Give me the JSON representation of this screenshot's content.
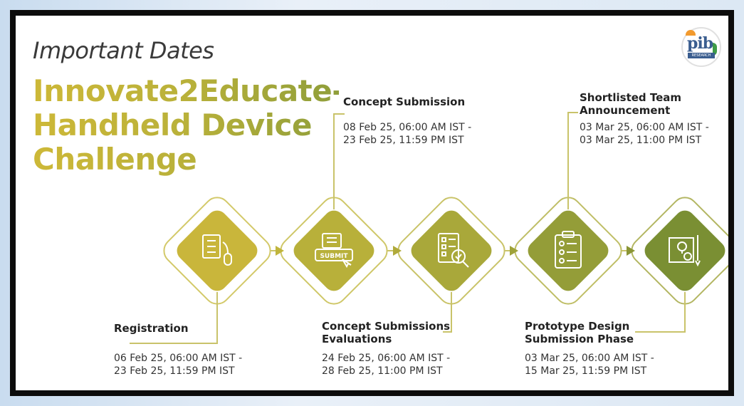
{
  "header": {
    "kicker": "Important Dates",
    "title": "Innovate2Educate- Handheld Device Challenge"
  },
  "logo": {
    "text": "pib",
    "subtext": "RESEARCH UNIT"
  },
  "colors": {
    "stage1": "#c9b63b",
    "stage2": "#b8b03a",
    "stage3": "#a9a83a",
    "stage4": "#949d38",
    "stage5": "#7a8f33",
    "line": "#c9c36a"
  },
  "stages": [
    {
      "label": "Registration",
      "dates": [
        "06 Feb 25, 06:00 AM IST -",
        "23 Feb 25, 11:59 PM IST"
      ],
      "icon": "registration-form-icon"
    },
    {
      "label": "Concept Submission",
      "dates": [
        "08 Feb 25, 06:00 AM IST -",
        "23 Feb 25, 11:59 PM IST"
      ],
      "icon": "submit-icon",
      "badge": "SUBMIT"
    },
    {
      "label": "Concept Submissions Evaluations",
      "label_lines": [
        "Concept Submissions",
        "Evaluations"
      ],
      "dates": [
        "24 Feb 25, 06:00 AM IST -",
        "28 Feb 25, 11:00 PM IST"
      ],
      "icon": "evaluation-checklist-icon"
    },
    {
      "label": "Shortlisted Team Announcement",
      "label_lines": [
        "Shortlisted Team",
        "Announcement"
      ],
      "dates": [
        "03 Mar 25, 06:00 AM IST -",
        "03 Mar 25, 11:00 PM IST"
      ],
      "icon": "clipboard-list-icon"
    },
    {
      "label": "Prototype Design Submission Phase",
      "label_lines": [
        "Prototype Design",
        "Submission Phase"
      ],
      "dates": [
        "03 Mar 25, 06:00 AM IST -",
        "15 Mar 25, 11:59 PM IST"
      ],
      "icon": "prototype-design-icon"
    }
  ]
}
